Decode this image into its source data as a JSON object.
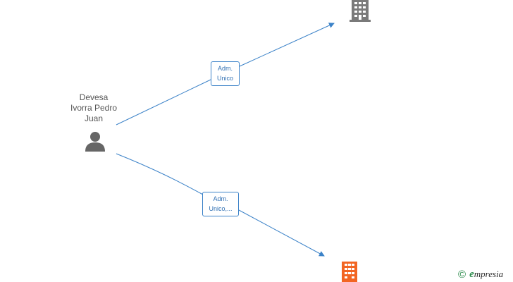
{
  "person": {
    "name_lines": [
      "Devesa",
      "Ivorra Pedro",
      "Juan"
    ],
    "icon": "person-icon"
  },
  "edges": [
    {
      "label_lines": [
        "Adm.",
        "Unico"
      ]
    },
    {
      "label_lines": [
        "Adm.",
        "Unico,..."
      ]
    }
  ],
  "companies": [
    {
      "icon": "building-icon",
      "color": "#7a7a7a"
    },
    {
      "icon": "building-icon",
      "color": "#f26522"
    }
  ],
  "brand": {
    "copyright": "©",
    "first_letter": "e",
    "rest": "mpresia"
  },
  "colors": {
    "edge": "#3b82c8",
    "text": "#555555",
    "person": "#666666"
  }
}
